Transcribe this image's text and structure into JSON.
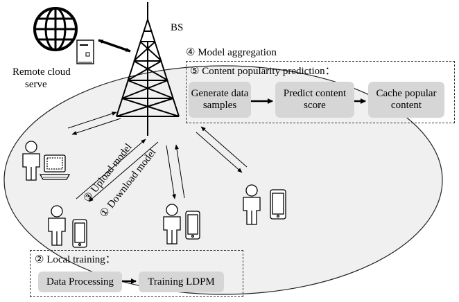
{
  "labels": {
    "bs": "BS",
    "remote_cloud_line1": "Remote cloud",
    "remote_cloud_line2": "serve",
    "model_aggregation": "④ Model aggregation",
    "content_popularity": "⑤ Content popularity prediction：",
    "local_training": "② Local training：",
    "upload_model": "③ Upload model",
    "download_model": "① Download model"
  },
  "prediction_steps": [
    {
      "line1": "Generate data",
      "line2": "samples"
    },
    {
      "line1": "Predict content",
      "line2": "score"
    },
    {
      "line1": "Cache popular",
      "line2": "content"
    }
  ],
  "training_steps": [
    {
      "label": "Data Processing"
    },
    {
      "label": "Training LDPM"
    }
  ],
  "icons": [
    "globe-icon",
    "server-icon",
    "tower-icon",
    "person-icon",
    "smartphone-icon",
    "computer-icon"
  ],
  "colors": {
    "step_fill": "#d6d6d6",
    "ellipse_fill": "#f0f0f0",
    "line": "#000000"
  }
}
